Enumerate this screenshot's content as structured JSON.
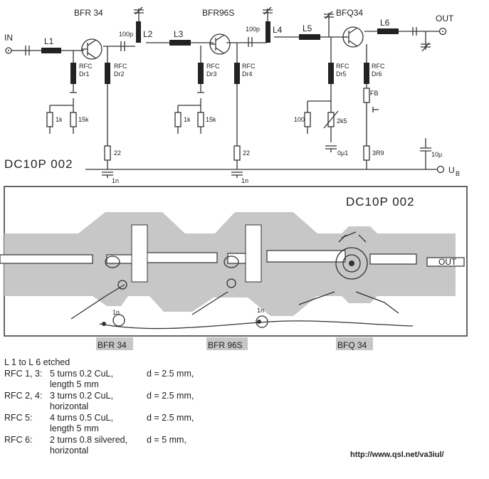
{
  "schematic": {
    "transistors": [
      "BFR 34",
      "BFR96S",
      "BFQ34"
    ],
    "input_label": "IN",
    "output_label": "OUT",
    "supply_label": "U",
    "supply_sub": "B",
    "board_code": "DC10P 002",
    "inductors": [
      "L1",
      "L2",
      "L3",
      "L4",
      "L5",
      "L6"
    ],
    "rfc_text": "RFC",
    "chokes": [
      "Dr1",
      "Dr2",
      "Dr3",
      "Dr4",
      "Dr5",
      "Dr6"
    ],
    "coupling_caps": [
      "100p",
      "100p"
    ],
    "resistors": [
      "1k",
      "15k",
      "1k",
      "15k",
      "100",
      "2k5",
      "22",
      "22",
      "3R9"
    ],
    "decoupling_caps": [
      "1n",
      "1n",
      "0μ1",
      "10μ"
    ],
    "ferrite_bead": "FB"
  },
  "pcb": {
    "title": "DC10P 002",
    "output_label": "OUT",
    "cap_labels": [
      "1n",
      "1n"
    ],
    "transistor_tags": [
      "BFR 34",
      "BFR 96S",
      "BFQ 34"
    ]
  },
  "notes": {
    "heading": "L 1 to L 6 etched",
    "rows": [
      {
        "label": "RFC 1, 3:",
        "desc": "5 turns 0.2 CuL,",
        "dim": "d = 2.5 mm,"
      },
      {
        "label": "",
        "desc": "length 5 mm",
        "dim": ""
      },
      {
        "label": "RFC 2, 4:",
        "desc": "3 turns 0.2 CuL,",
        "dim": "d = 2.5 mm,"
      },
      {
        "label": "",
        "desc": "horizontal",
        "dim": ""
      },
      {
        "label": "RFC 5:",
        "desc": "4 turns 0.5 CuL,",
        "dim": "d = 2.5 mm,"
      },
      {
        "label": "",
        "desc": "length 5 mm",
        "dim": ""
      },
      {
        "label": "RFC 6:",
        "desc": "2 turns 0.8 silvered,",
        "dim": "d = 5 mm,"
      },
      {
        "label": "",
        "desc": "horizontal",
        "dim": ""
      }
    ]
  },
  "url": "http://www.qsl.net/va3iul/"
}
